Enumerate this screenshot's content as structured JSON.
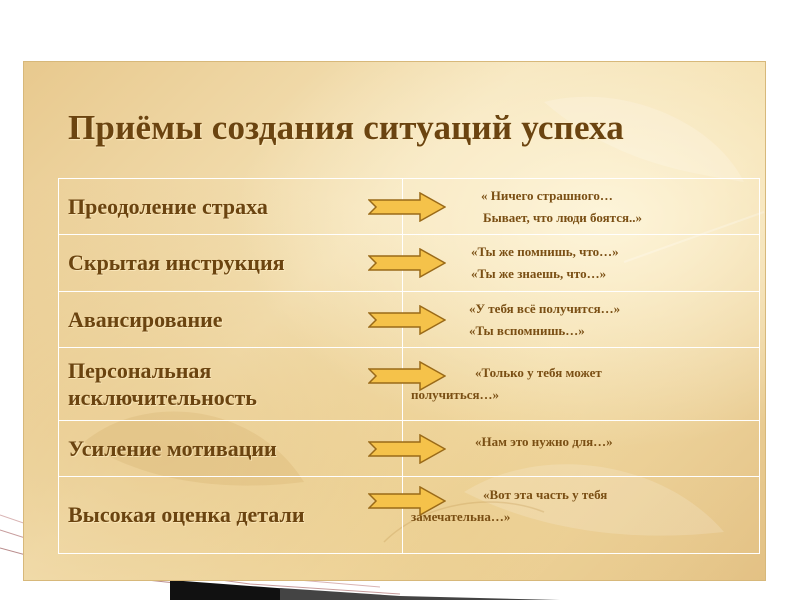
{
  "slide": {
    "title": "Приёмы создания ситуаций успеха",
    "rows": [
      {
        "technique": "Преодоление страха",
        "examples": [
          "« Ничего страшного…",
          "Бывает, что люди боятся..»"
        ]
      },
      {
        "technique": "Скрытая инструкция",
        "examples": [
          "«Ты же помнишь, что…»",
          "«Ты же знаешь, что…»"
        ]
      },
      {
        "technique": "Авансирование",
        "examples": [
          "«У тебя всё получится…»",
          "«Ты вспомнишь…»"
        ]
      },
      {
        "technique": "Персональная исключительность",
        "examples": [
          "«Только у тебя может",
          "получиться…»"
        ]
      },
      {
        "technique": "Усиление мотивации",
        "examples": [
          "«Нам это нужно для…»"
        ]
      },
      {
        "technique": "Высокая оценка детали",
        "examples": [
          "«Вот эта часть у тебя",
          "замечательна…»"
        ]
      }
    ]
  },
  "colors": {
    "text_brown": "#6b4410",
    "arrow_fill": "#f5c24a",
    "arrow_stroke": "#9a6a18",
    "slide_bg": "#f3dda9"
  }
}
